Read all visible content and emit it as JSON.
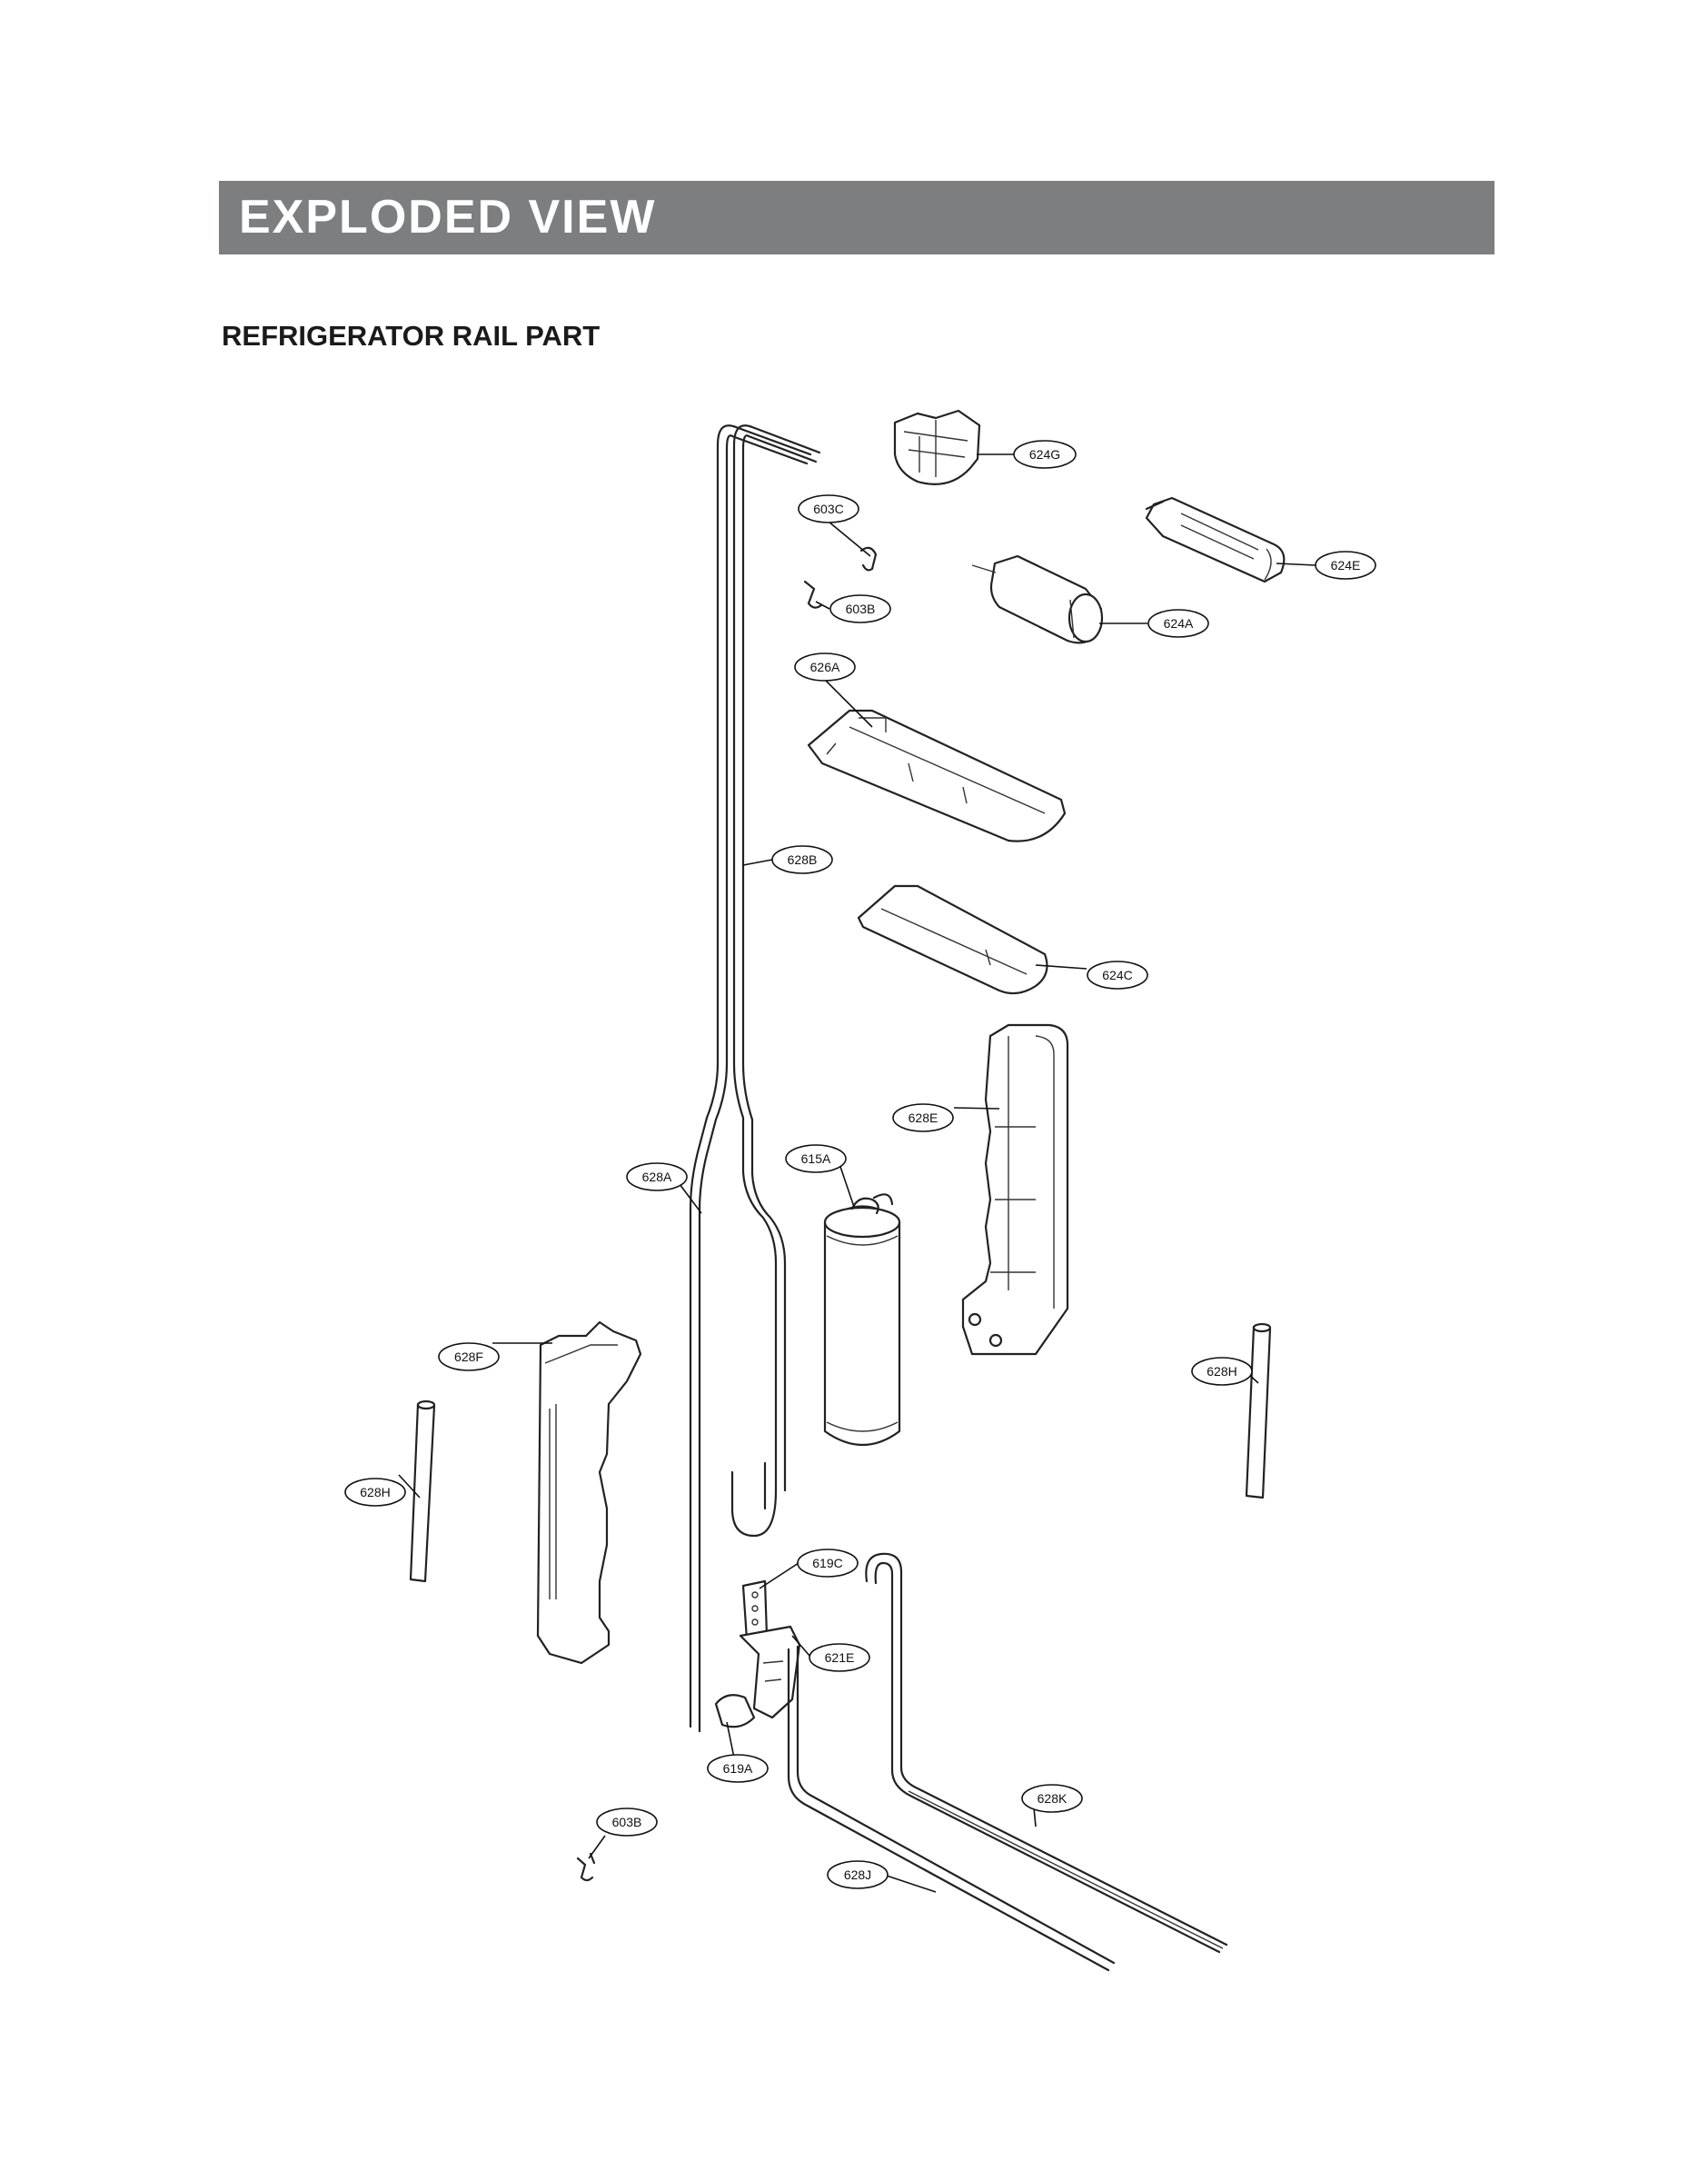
{
  "header": {
    "title": "EXPLODED VIEW"
  },
  "section": {
    "subtitle": "REFRIGERATOR RAIL PART"
  },
  "parts": [
    {
      "id": "624g",
      "label": "624G"
    },
    {
      "id": "603c",
      "label": "603C"
    },
    {
      "id": "603b-top",
      "label": "603B"
    },
    {
      "id": "624e",
      "label": "624E"
    },
    {
      "id": "624a",
      "label": "624A"
    },
    {
      "id": "626a",
      "label": "626A"
    },
    {
      "id": "628b",
      "label": "628B"
    },
    {
      "id": "624c",
      "label": "624C"
    },
    {
      "id": "628e",
      "label": "628E"
    },
    {
      "id": "615a",
      "label": "615A"
    },
    {
      "id": "628a",
      "label": "628A"
    },
    {
      "id": "628f",
      "label": "628F"
    },
    {
      "id": "628h-right",
      "label": "628H"
    },
    {
      "id": "628h-left",
      "label": "628H"
    },
    {
      "id": "619c",
      "label": "619C"
    },
    {
      "id": "621e",
      "label": "621E"
    },
    {
      "id": "619a",
      "label": "619A"
    },
    {
      "id": "628k",
      "label": "628K"
    },
    {
      "id": "603b-bottom",
      "label": "603B"
    },
    {
      "id": "628j",
      "label": "628J"
    }
  ]
}
